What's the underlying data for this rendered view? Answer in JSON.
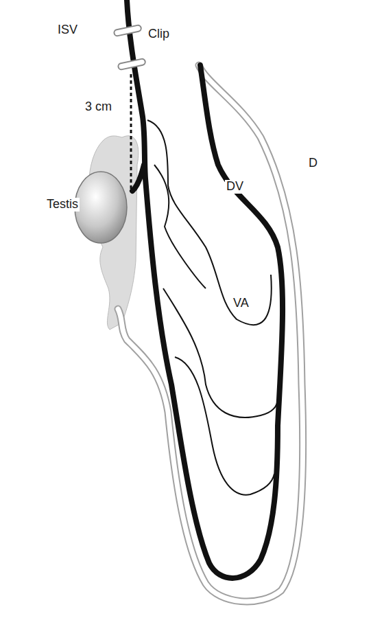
{
  "diagram": {
    "labels": [
      "ISV",
      "Clip",
      "3 cm",
      "Testis",
      "DV",
      "VA",
      "D"
    ]
  }
}
